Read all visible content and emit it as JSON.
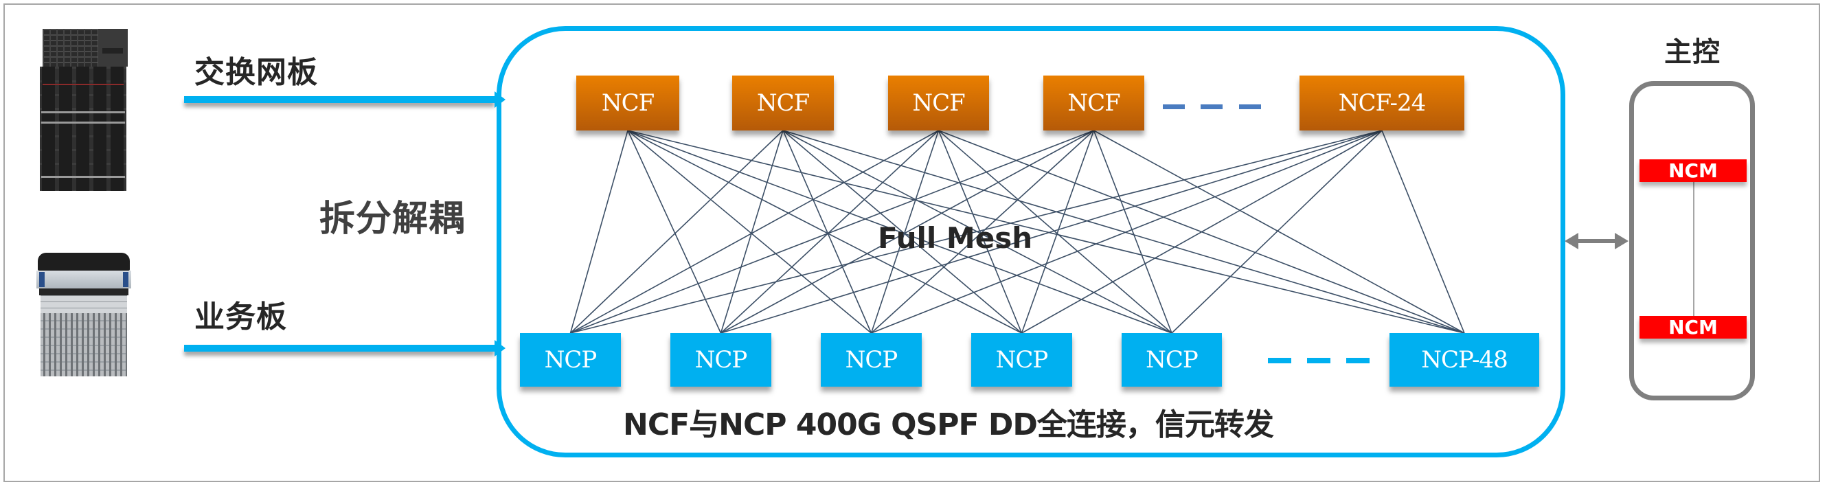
{
  "left": {
    "switch_board_label": "交换网板",
    "decouple_label": "拆分解耦",
    "service_board_label": "业务板",
    "devices": [
      {
        "name": "switch-fabric-chassis-icon"
      },
      {
        "name": "service-chassis-icon"
      }
    ]
  },
  "fabric": {
    "ncf_nodes": [
      "NCF",
      "NCF",
      "NCF",
      "NCF",
      "NCF-24"
    ],
    "ncp_nodes": [
      "NCP",
      "NCP",
      "NCP",
      "NCP",
      "NCP",
      "NCP-48"
    ],
    "mesh_label": "Full Mesh",
    "caption": "NCF与NCP 400G QSPF DD全连接，信元转发"
  },
  "control": {
    "title": "主控",
    "ncm_nodes": [
      "NCM",
      "NCM"
    ]
  },
  "colors": {
    "fabric_border": "#00B0F0",
    "ncf": "#E87E04",
    "ncp": "#00B0F0",
    "ncm": "#FF0000",
    "mesh_line": "#3C4F66",
    "control_border": "#7F7F7F",
    "ncf_ellipsis": "#4A7CC0"
  }
}
